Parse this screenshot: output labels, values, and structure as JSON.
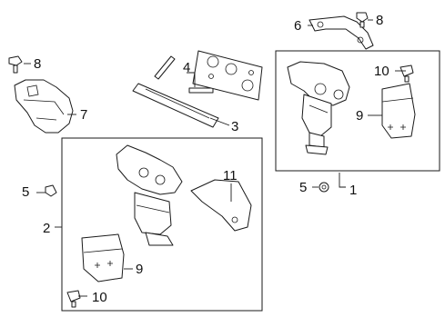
{
  "callouts": {
    "c1": "1",
    "c2": "2",
    "c3": "3",
    "c4": "4",
    "c5a": "5",
    "c5b": "5",
    "c6": "6",
    "c7": "7",
    "c8a": "8",
    "c8b": "8",
    "c9a": "9",
    "c9b": "9",
    "c10a": "10",
    "c10b": "10",
    "c11": "11"
  }
}
